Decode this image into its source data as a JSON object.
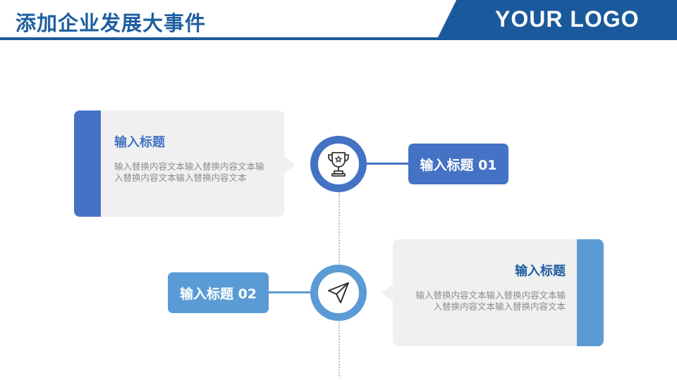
{
  "header": {
    "title": "添加企业发展大事件",
    "logo_text": "YOUR LOGO",
    "primary_color": "#1a5a9c"
  },
  "events": [
    {
      "tag_label": "输入标题 01",
      "icon": "trophy-icon",
      "heading": "输入标题",
      "body": "输入替换内容文本输入替换内容文本输入替换内容文本输入替换内容文本",
      "color": "#4472c4"
    },
    {
      "tag_label": "输入标题 02",
      "icon": "paper-plane-icon",
      "heading": "输入标题",
      "body": "输入替换内容文本输入替换内容文本输入替换内容文本输入替换内容文本",
      "color": "#5b9bd5"
    }
  ]
}
